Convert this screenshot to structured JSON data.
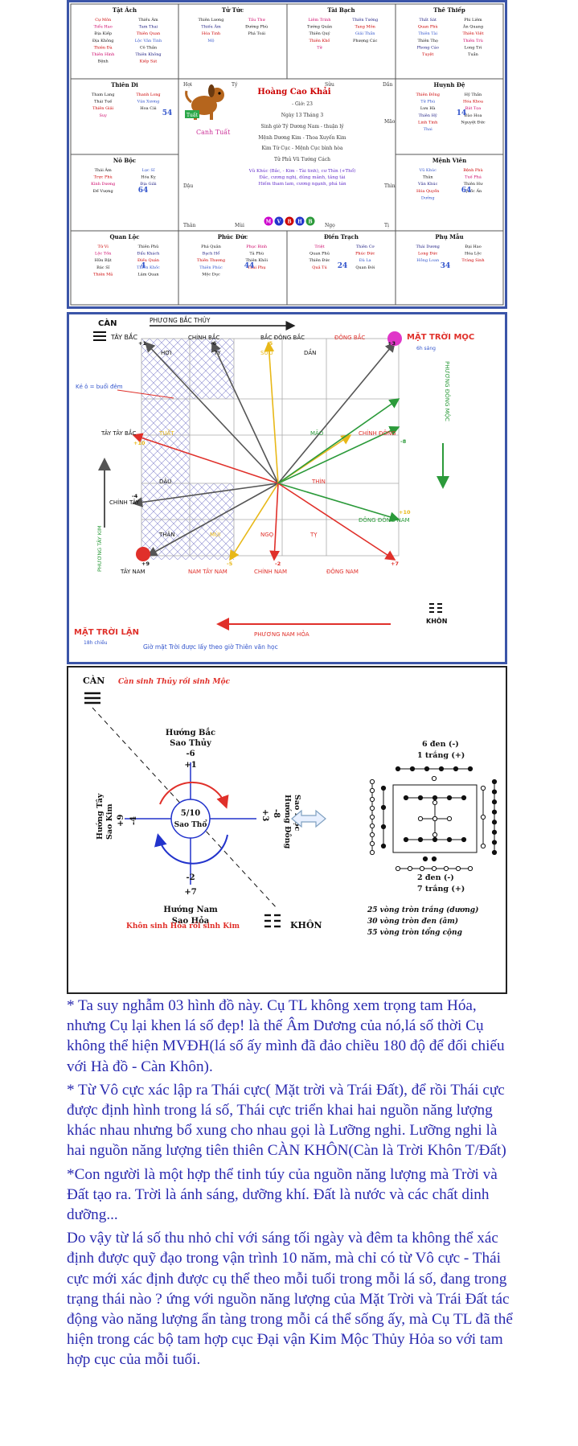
{
  "chart1": {
    "cells": [
      {
        "title": "Tật Ách",
        "lines": [
          "Cự Môn",
          "Thiếu Âm",
          "Tiểu Hao",
          "Tam Thai",
          "Địa Kiếp",
          "Thiên Quan",
          "Địa Không",
          "Lộc Văn Tinh",
          "Thiên Đà",
          "Cô Thần",
          "Thiên Hình",
          "Thiên Không",
          "Bệnh",
          "Kiếp Sát"
        ]
      },
      {
        "title": "Tử Tức",
        "lines": [
          "Thiên Lương",
          "Tấu Thư",
          "Thiếu Âm",
          "Đường Phù",
          "Hóa Tinh",
          "Phá Toái",
          "Mộ"
        ]
      },
      {
        "title": "Tài Bạch",
        "lines": [
          "Liêm Trinh",
          "Thiên Tướng",
          "Tướng Quân",
          "Tang Môn",
          "Thiên Quý",
          "Giải Thần",
          "Thiên Khố",
          "Phượng Các",
          "Tử"
        ]
      },
      {
        "title": "Thê Thiếp",
        "lines": [
          "Thất Sát",
          "Phi Liêm",
          "Quan Phù",
          "Ân Quang",
          "Thiên Tài",
          "Thiên Việt",
          "Thiên Thọ",
          "Thiên Trù",
          "Phong Cáo",
          "Long Trì",
          "Tuyệt",
          "Tuần"
        ]
      },
      {
        "title": "Thiên Di",
        "lines": [
          "Tham Lang",
          "Thanh Long",
          "Thái Tuế",
          "Văn Xương",
          "Thiên Giải",
          "Hoa Cái",
          "Suy"
        ]
      },
      {
        "title": "Huynh Đệ",
        "lines": [
          "Thiên Đồng",
          "Hỷ Thần",
          "Tử Phù",
          "Hóa Khoa",
          "Lưu Hà",
          "Bát Tọa",
          "Thiên Hỷ",
          "Đào Hoa",
          "Linh Tinh",
          "Nguyệt Đức",
          "Thai"
        ]
      },
      {
        "title": "Nô Bộc",
        "lines": [
          "Thái Âm",
          "Lực Sĩ",
          "Trực Phù",
          "Hóa Kỵ",
          "Kình Dương",
          "Địa Giải",
          "Đế Vượng"
        ]
      },
      {
        "title": "Mệnh Viên",
        "lines": [
          "Vũ Khúc",
          "Bệnh Phù",
          "Thân",
          "Tuế Phá",
          "Văn Khúc",
          "Thiên Hư",
          "Hóa Quyền",
          "Quốc Ấn",
          "Dưỡng"
        ]
      },
      {
        "title": "Quan Lộc",
        "lines": [
          "Tử Vi",
          "Thiên Phủ",
          "Lộc Tồn",
          "Đẩu Khách",
          "Hữu Bật",
          "Điếu Quán",
          "Bác Sĩ",
          "Thiên Khốc",
          "Thiên Mã",
          "Lâm Quan"
        ]
      },
      {
        "title": "Phúc Đức",
        "lines": [
          "Phá Quân",
          "Phục Binh",
          "Bạch Hổ",
          "Tả Phù",
          "Thiên Thương",
          "Thiên Khôi",
          "Thiên Phúc",
          "Thai Phụ",
          "Mộc Dục"
        ]
      },
      {
        "title": "Điền Trạch",
        "lines": [
          "Triệt",
          "Thiên Cơ",
          "Quan Phủ",
          "Phúc Đức",
          "Thiên Đức",
          "Đà La",
          "Quả Tú",
          "Quan Đới"
        ]
      },
      {
        "title": "Phụ Mẫu",
        "lines": [
          "Thái Dương",
          "Đại Hao",
          "Long Đức",
          "Hóa Lộc",
          "Hồng Loan",
          "Tràng Sinh"
        ]
      }
    ],
    "numbers": [
      "54",
      "64",
      "64",
      "4",
      "44",
      "24",
      "34",
      "14"
    ],
    "center": {
      "name": "Hoàng Cao Khải",
      "lines": [
        "- Giờ: 23",
        "Ngày 13 Tháng 3",
        "Sinh giờ Tý Dương Nam - thuận lý",
        "Mệnh Dương Kim - Thoa Xuyến Kim",
        "Kim Tứ Cục - Mệnh Cục bình hòa",
        "Tử Phủ Vũ Tướng Cách",
        "Vũ Khúc (Bắc, - Kim - Tài tinh), cư Thìn (+Thổ)",
        "Đắc, cương nghị, dũng mãnh, tăng tài",
        "Hiếm tham lam, cương ngạnh, phá tán"
      ],
      "year_label": "Canh Tuất",
      "badge": "Tuất",
      "circles": [
        "M",
        "V",
        "B",
        "H",
        "B"
      ],
      "branches": [
        "Hợi",
        "Tý",
        "Sửu",
        "Dần",
        "Tuất",
        "Mão",
        "Dậu",
        "Thìn",
        "Thân",
        "Mùi",
        "Ngọ",
        "Tị"
      ]
    }
  },
  "chart2": {
    "top_left": "CÀN",
    "top_arrow": "PHƯƠNG BẮC THỦY",
    "corner_tl": "TÂY BẮC",
    "top_labels": [
      "CHÍNH BẮC",
      "BẮC ĐÔNG BẮC",
      "ĐÔNG BẮC"
    ],
    "sun_rise": "MẶT TRỜI MỌC",
    "sun_rise_time": "6h sáng",
    "right_vertical": "PHƯƠNG ĐÔNG MỘC",
    "left_note": "Kẻ ô = buổi đêm",
    "left_vertical": "PHƯƠNG TÂY KIM",
    "dir_labels": [
      "TÂY TÂY BẮC",
      "CHÍNH TÂY",
      "CHÍNH ĐÔNG",
      "ĐÔNG ĐÔNG NAM",
      "TÂY NAM",
      "NAM TÂY NAM",
      "CHÍNH NAM",
      "ĐÔNG NAM"
    ],
    "zodiac": [
      "HỢI",
      "TÝ",
      "SỬU",
      "DẦN",
      "TUẤT",
      "MÃO",
      "DẬU",
      "THÌN",
      "THÂN",
      "MÙI",
      "NGỌ",
      "TỴ"
    ],
    "numbers": [
      "+1",
      "-6",
      "-5",
      "+3",
      "+10",
      "-8",
      "-4",
      "+10",
      "+9",
      "-5",
      "-2",
      "+7"
    ],
    "sun_set": "MẶT TRỜI LẶN",
    "sun_set_time": "18h chiều",
    "bottom_arrow": "PHƯƠNG NAM HỎA",
    "bottom_right": "KHÔN",
    "footnote": "Giờ mặt Trời được lấy theo giờ Thiên văn học"
  },
  "chart3": {
    "top_left": "CÀN",
    "top_caption": "Càn sinh Thủy rồi sinh Mộc",
    "north_title": "Hướng Bắc",
    "north_sub": "Sao Thủy",
    "north_nums": [
      "-6",
      "+1"
    ],
    "west_title": "Hướng Tây",
    "west_sub": "Sao Kim",
    "west_nums": [
      "+9",
      "-4"
    ],
    "east_title": "Hướng Đông",
    "east_sub": "Sao Mộc",
    "east_nums": [
      "+3",
      "-8"
    ],
    "south_nums": [
      "-2",
      "+7"
    ],
    "south_title": "Hướng Nam",
    "south_sub": "Sao Hỏa",
    "center_num": "5/10",
    "center_label": "Sao Thổ",
    "bottom_right": "KHÔN",
    "bottom_caption": "Khôn sinh Hỏa rồi sinh Kim",
    "hetu_top": [
      "6 đen (-)",
      "1 trắng (+)"
    ],
    "hetu_bottom": [
      "2 đen (-)",
      "7 trắng (+)"
    ],
    "hetu_notes": [
      "25 vòng tròn trắng (dương)",
      "30 vòng tròn đen (âm)",
      "55 vòng tròn tổng cộng"
    ]
  },
  "text": {
    "paragraphs": [
      "* Ta suy nghẫm 03 hình đồ này. Cụ TL không xem trọng tam Hóa, nhưng Cụ lại khen lá số đẹp! là thế Âm Dương của nó,lá số thời Cụ không thể hiện MVĐH(lá số ấy mình đã đảo chiều 180 độ để đối chiếu với Hà đồ - Càn Khôn).",
      "* Từ Vô cực xác lập ra Thái cực( Mặt trời và Trái Đất), để rồi Thái cực được định hình trong lá số, Thái cực triển khai hai nguồn năng lượng khác nhau nhưng bổ xung cho nhau gọi là Lưỡng nghi. Lưỡng nghi là hai nguồn năng lượng tiên thiên CÀN KHÔN(Càn là Trời Khôn T/Đất)",
      "*Con người là một hợp thể tinh túy của nguồn năng lượng mà Trời và Đất tạo ra. Trời là ánh sáng, dưỡng khí. Đất là nước và các chất dinh dưỡng...",
      " Do vậy từ lá số thu nhỏ chỉ với sáng tối ngày và đêm ta không thể xác định được quỹ đạo trong vận trình 10 năm, mà chỉ có từ Vô cực - Thái cực mới xác định được cụ thể theo mỗi tuổi trong mỗi lá số, đang trong trạng thái nào ? ứng với nguồn năng lượng của Mặt Trời và Trái Đất tác động vào năng lượng ẩn tàng trong mỗi cá thể sống ấy, mà Cụ TL đã thể hiện trong các bộ tam hợp cục Đại vận Kim Mộc Thủy Hỏa so với tam hợp cục của mỗi tuổi."
    ]
  }
}
